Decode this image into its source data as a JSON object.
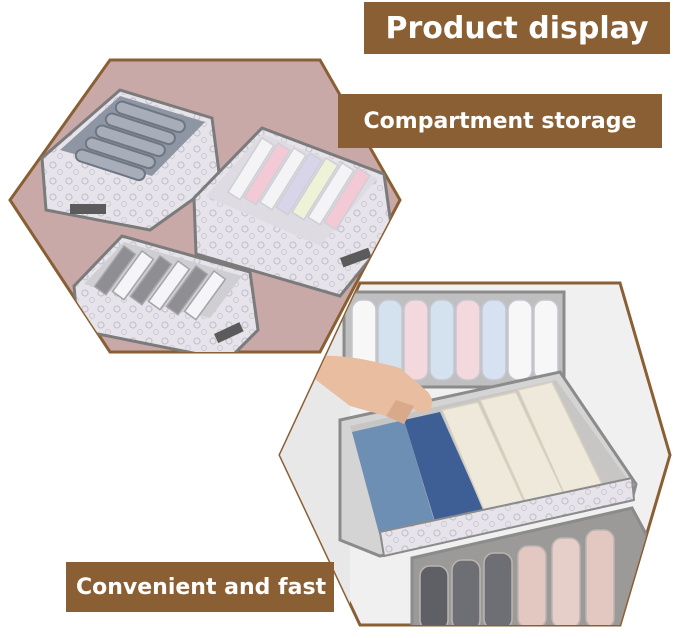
{
  "banners": {
    "product_display": "Product display",
    "compartment_storage": "Compartment storage",
    "convenient_fast": "Convenient and fast"
  },
  "colors": {
    "banner_brown": "#8a5f33",
    "hex_border": "#8a5f33",
    "backdrop_pink": "#c9a9a8",
    "organizer_gray": "#8b8b8b"
  },
  "images": [
    {
      "name": "three-organizers-photo"
    },
    {
      "name": "drawer-with-hand-photo"
    }
  ]
}
